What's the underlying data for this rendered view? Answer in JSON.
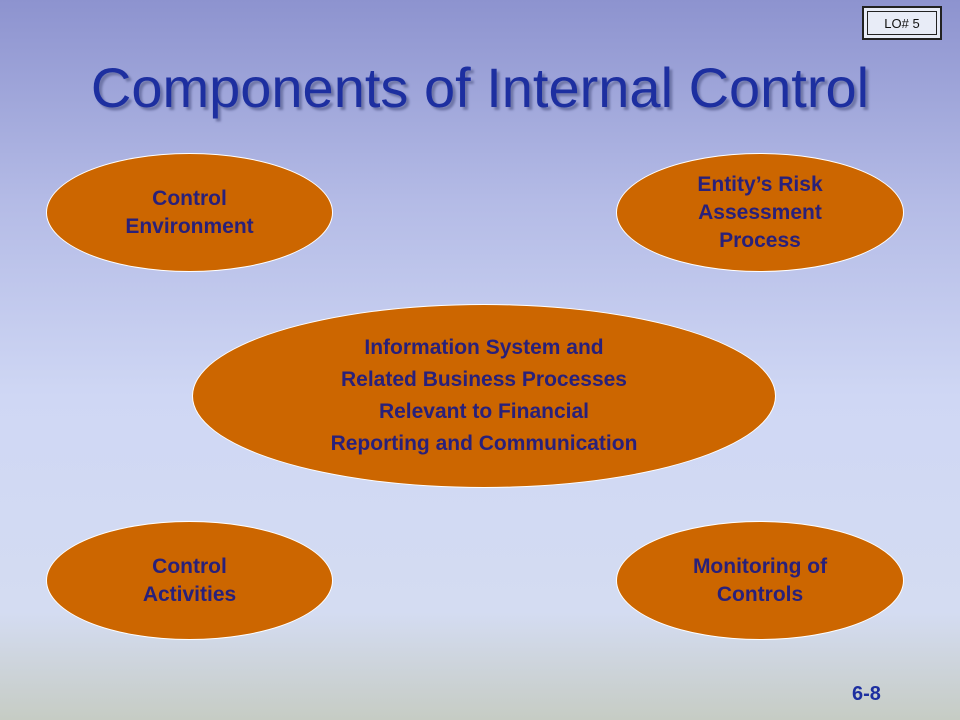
{
  "badge": "LO# 5",
  "title": "Components of Internal Control",
  "components": {
    "control_environment": "Control\nEnvironment",
    "risk_assessment": "Entity’s Risk\nAssessment\nProcess",
    "information_system": "Information System and\nRelated Business Processes\nRelevant to Financial\nReporting and Communication",
    "control_activities": "Control\nActivities",
    "monitoring": "Monitoring of\nControls"
  },
  "slide_number": "6-8"
}
